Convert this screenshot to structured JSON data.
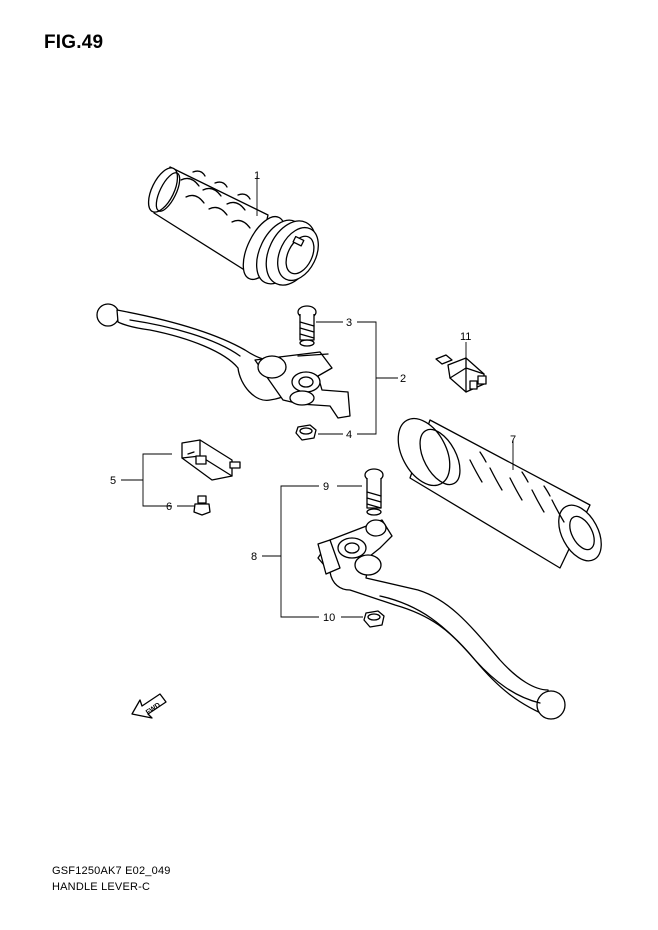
{
  "figure": {
    "title": "FIG.49"
  },
  "footer": {
    "code": "GSF1250AK7 E02_049",
    "name": "HANDLE LEVER-C"
  },
  "fwd_label": "FWD",
  "parts": [
    {
      "key": "p1",
      "number": "1"
    },
    {
      "key": "p2",
      "number": "2"
    },
    {
      "key": "p3",
      "number": "3"
    },
    {
      "key": "p4",
      "number": "4"
    },
    {
      "key": "p5",
      "number": "5"
    },
    {
      "key": "p6",
      "number": "6"
    },
    {
      "key": "p7",
      "number": "7"
    },
    {
      "key": "p8",
      "number": "8"
    },
    {
      "key": "p9",
      "number": "9"
    },
    {
      "key": "p10",
      "number": "10"
    },
    {
      "key": "p11",
      "number": "11"
    }
  ]
}
